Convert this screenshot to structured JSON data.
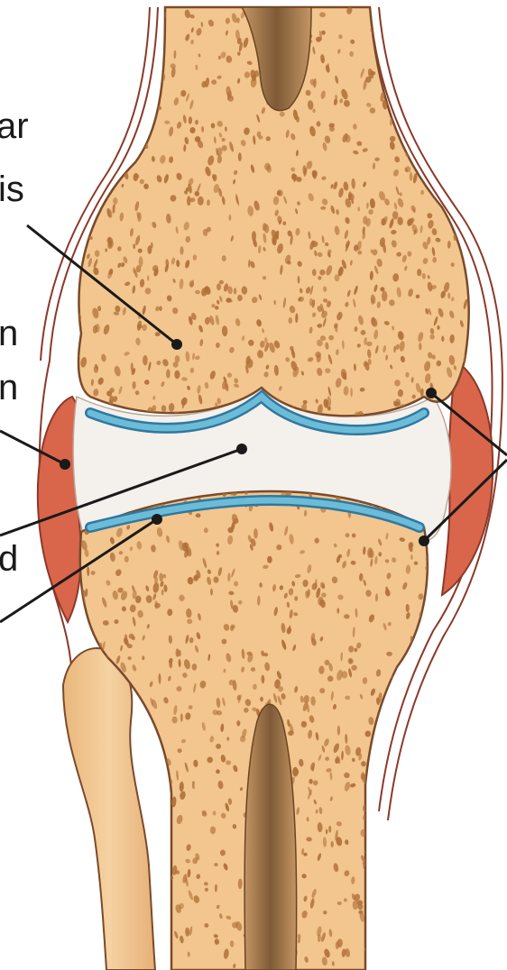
{
  "labels": {
    "top_left_1": "ar",
    "top_left_2": "is",
    "mid_left_1": "n",
    "mid_left_2": "n",
    "low_left": "d"
  },
  "colors": {
    "bone": "#f2c68e",
    "bone_dark": "#e0a86a",
    "pore": "#b0703a",
    "marrow": "#a0774a",
    "cartilage": "#6cbcd8",
    "cartilage_edge": "#2f78a0",
    "joint_space": "#f4f0ec",
    "inflamed_synovium": "#d9654a",
    "capsule_line": "#8a3a2a",
    "outline": "#7a4a2a"
  }
}
